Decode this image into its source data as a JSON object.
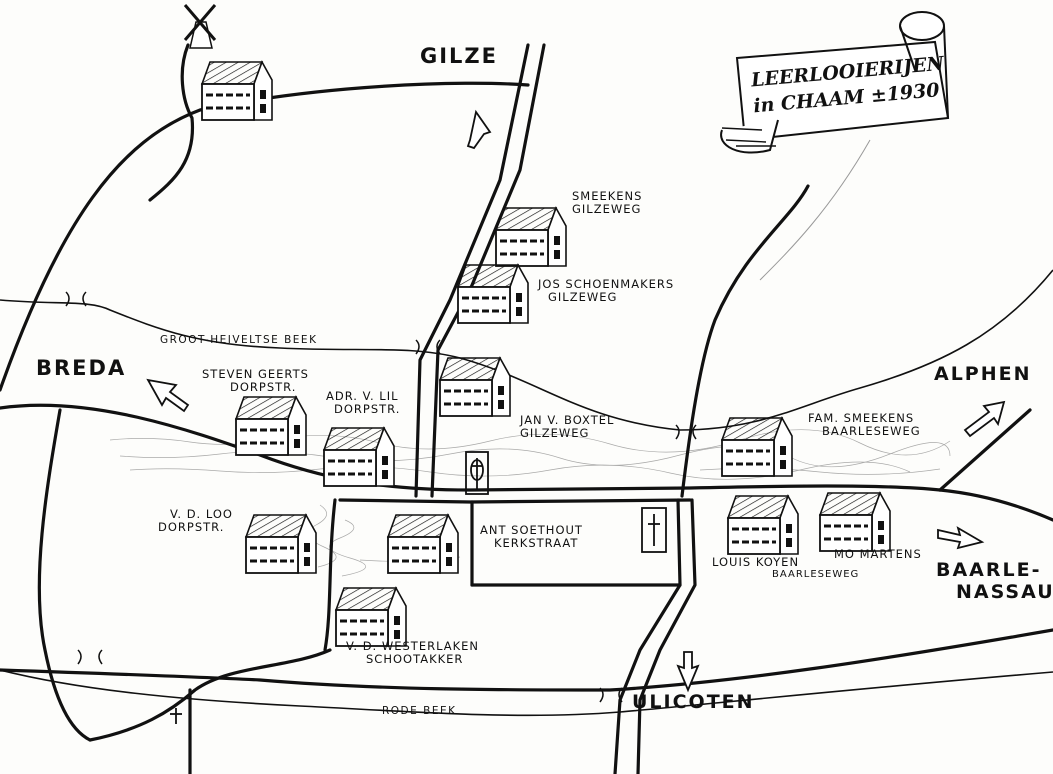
{
  "title": {
    "line1": "LEERLOOIERIJEN",
    "line2": "in CHAAM ±1930"
  },
  "towns": {
    "gilze": "GILZE",
    "breda": "BREDA",
    "alphen": "ALPHEN",
    "baarle_line1": "BAARLE-",
    "baarle_line2": "NASSAU",
    "ulicoten": "ULICOTEN"
  },
  "streams": {
    "groot_heiveltse_beek": "GROOT-HEIVELTSE BEEK",
    "rode_beek": "RODE BEEK"
  },
  "tanneries": [
    {
      "name": "SMEEKENS",
      "street": "GILZEWEG"
    },
    {
      "name": "JOS SCHOENMAKERS",
      "street": "GILZEWEG"
    },
    {
      "name": "JAN v. BOXTEL",
      "street": "GILZEWEG"
    },
    {
      "name": "STEVEN GEERTS",
      "street": "DORPSTR."
    },
    {
      "name": "ADR. v. LIL",
      "street": "DORPSTR."
    },
    {
      "name": "FAM. SMEEKENS",
      "street": "BAARLESEWEG"
    },
    {
      "name": "v. d. LOO",
      "street": "DORPSTR."
    },
    {
      "name": "ANT SOETHOUT",
      "street": "KERKSTRAAT"
    },
    {
      "name": "LOUIS KOYEN",
      "street": "BAARLESEWEG"
    },
    {
      "name": "MO MARTENS",
      "street": ""
    },
    {
      "name": "v. d. WESTERLAKEN",
      "street": "SCHOOTAKKER"
    }
  ],
  "colors": {
    "ink": "#111111",
    "paper": "#fdfdfb"
  }
}
